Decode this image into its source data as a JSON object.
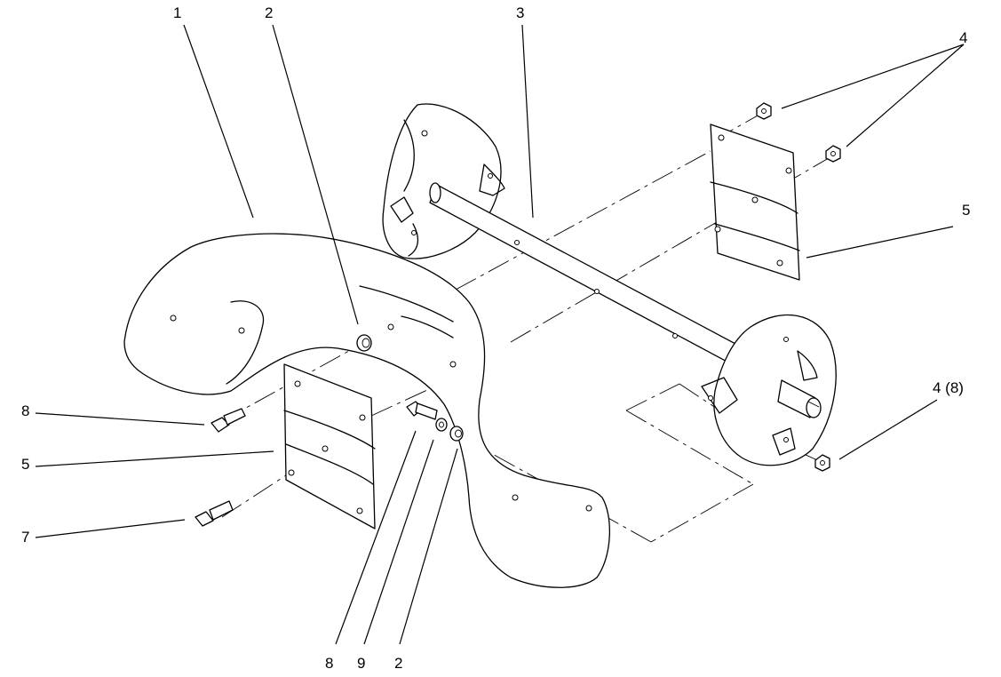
{
  "callouts": [
    {
      "id": "c1",
      "label": "1"
    },
    {
      "id": "c2a",
      "label": "2"
    },
    {
      "id": "c3",
      "label": "3"
    },
    {
      "id": "c4",
      "label": "4"
    },
    {
      "id": "c5a",
      "label": "5"
    },
    {
      "id": "c4x8",
      "label": "4 (8)"
    },
    {
      "id": "c8a",
      "label": "8"
    },
    {
      "id": "c5b",
      "label": "5"
    },
    {
      "id": "c7",
      "label": "7"
    },
    {
      "id": "c8b",
      "label": "8"
    },
    {
      "id": "c9",
      "label": "9"
    },
    {
      "id": "c2b",
      "label": "2"
    }
  ]
}
